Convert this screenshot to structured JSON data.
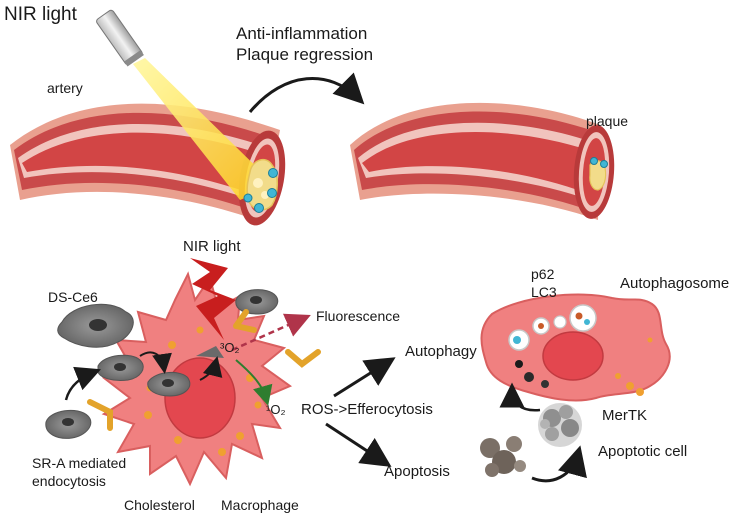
{
  "top": {
    "nir_light": "NIR light",
    "artery": "artery",
    "plaque": "plaque",
    "outcome_line1": "Anti-inflammation",
    "outcome_line2": "Plaque regression"
  },
  "bottom": {
    "nir_light": "NIR light",
    "ds_ce6": "DS-Ce6",
    "fluorescence": "Fluorescence",
    "triplet_oxygen": "³O₂",
    "singlet_oxygen": "¹O₂",
    "sr_a_line1": "SR-A mediated",
    "sr_a_line2": "endocytosis",
    "cholesterol": "Cholesterol",
    "macrophage": "Macrophage",
    "ros_efferocytosis": "ROS->Efferocytosis",
    "autophagy": "Autophagy",
    "apoptosis": "Apoptosis",
    "p62": "p62",
    "lc3": "LC3",
    "autophagosome": "Autophagosome",
    "mertk": "MerTK",
    "apoptotic_cell": "Apoptotic cell"
  },
  "colors": {
    "artery_outer": "#e9a08f",
    "artery_wall": "#c94a4a",
    "lumen": "#d24545",
    "plaque": "#f2dc8a",
    "nanoparticle": "#41b6d4",
    "macrophage": "#f08080",
    "macrophage_edge": "#d95f5f",
    "nucleus": "#e3474f",
    "cholesterol_dot": "#f0a030",
    "lightning": "#c81e1e",
    "receptor": "#e3a32a",
    "grey_cell": "#777777",
    "light_beam": "#ffe95a"
  }
}
